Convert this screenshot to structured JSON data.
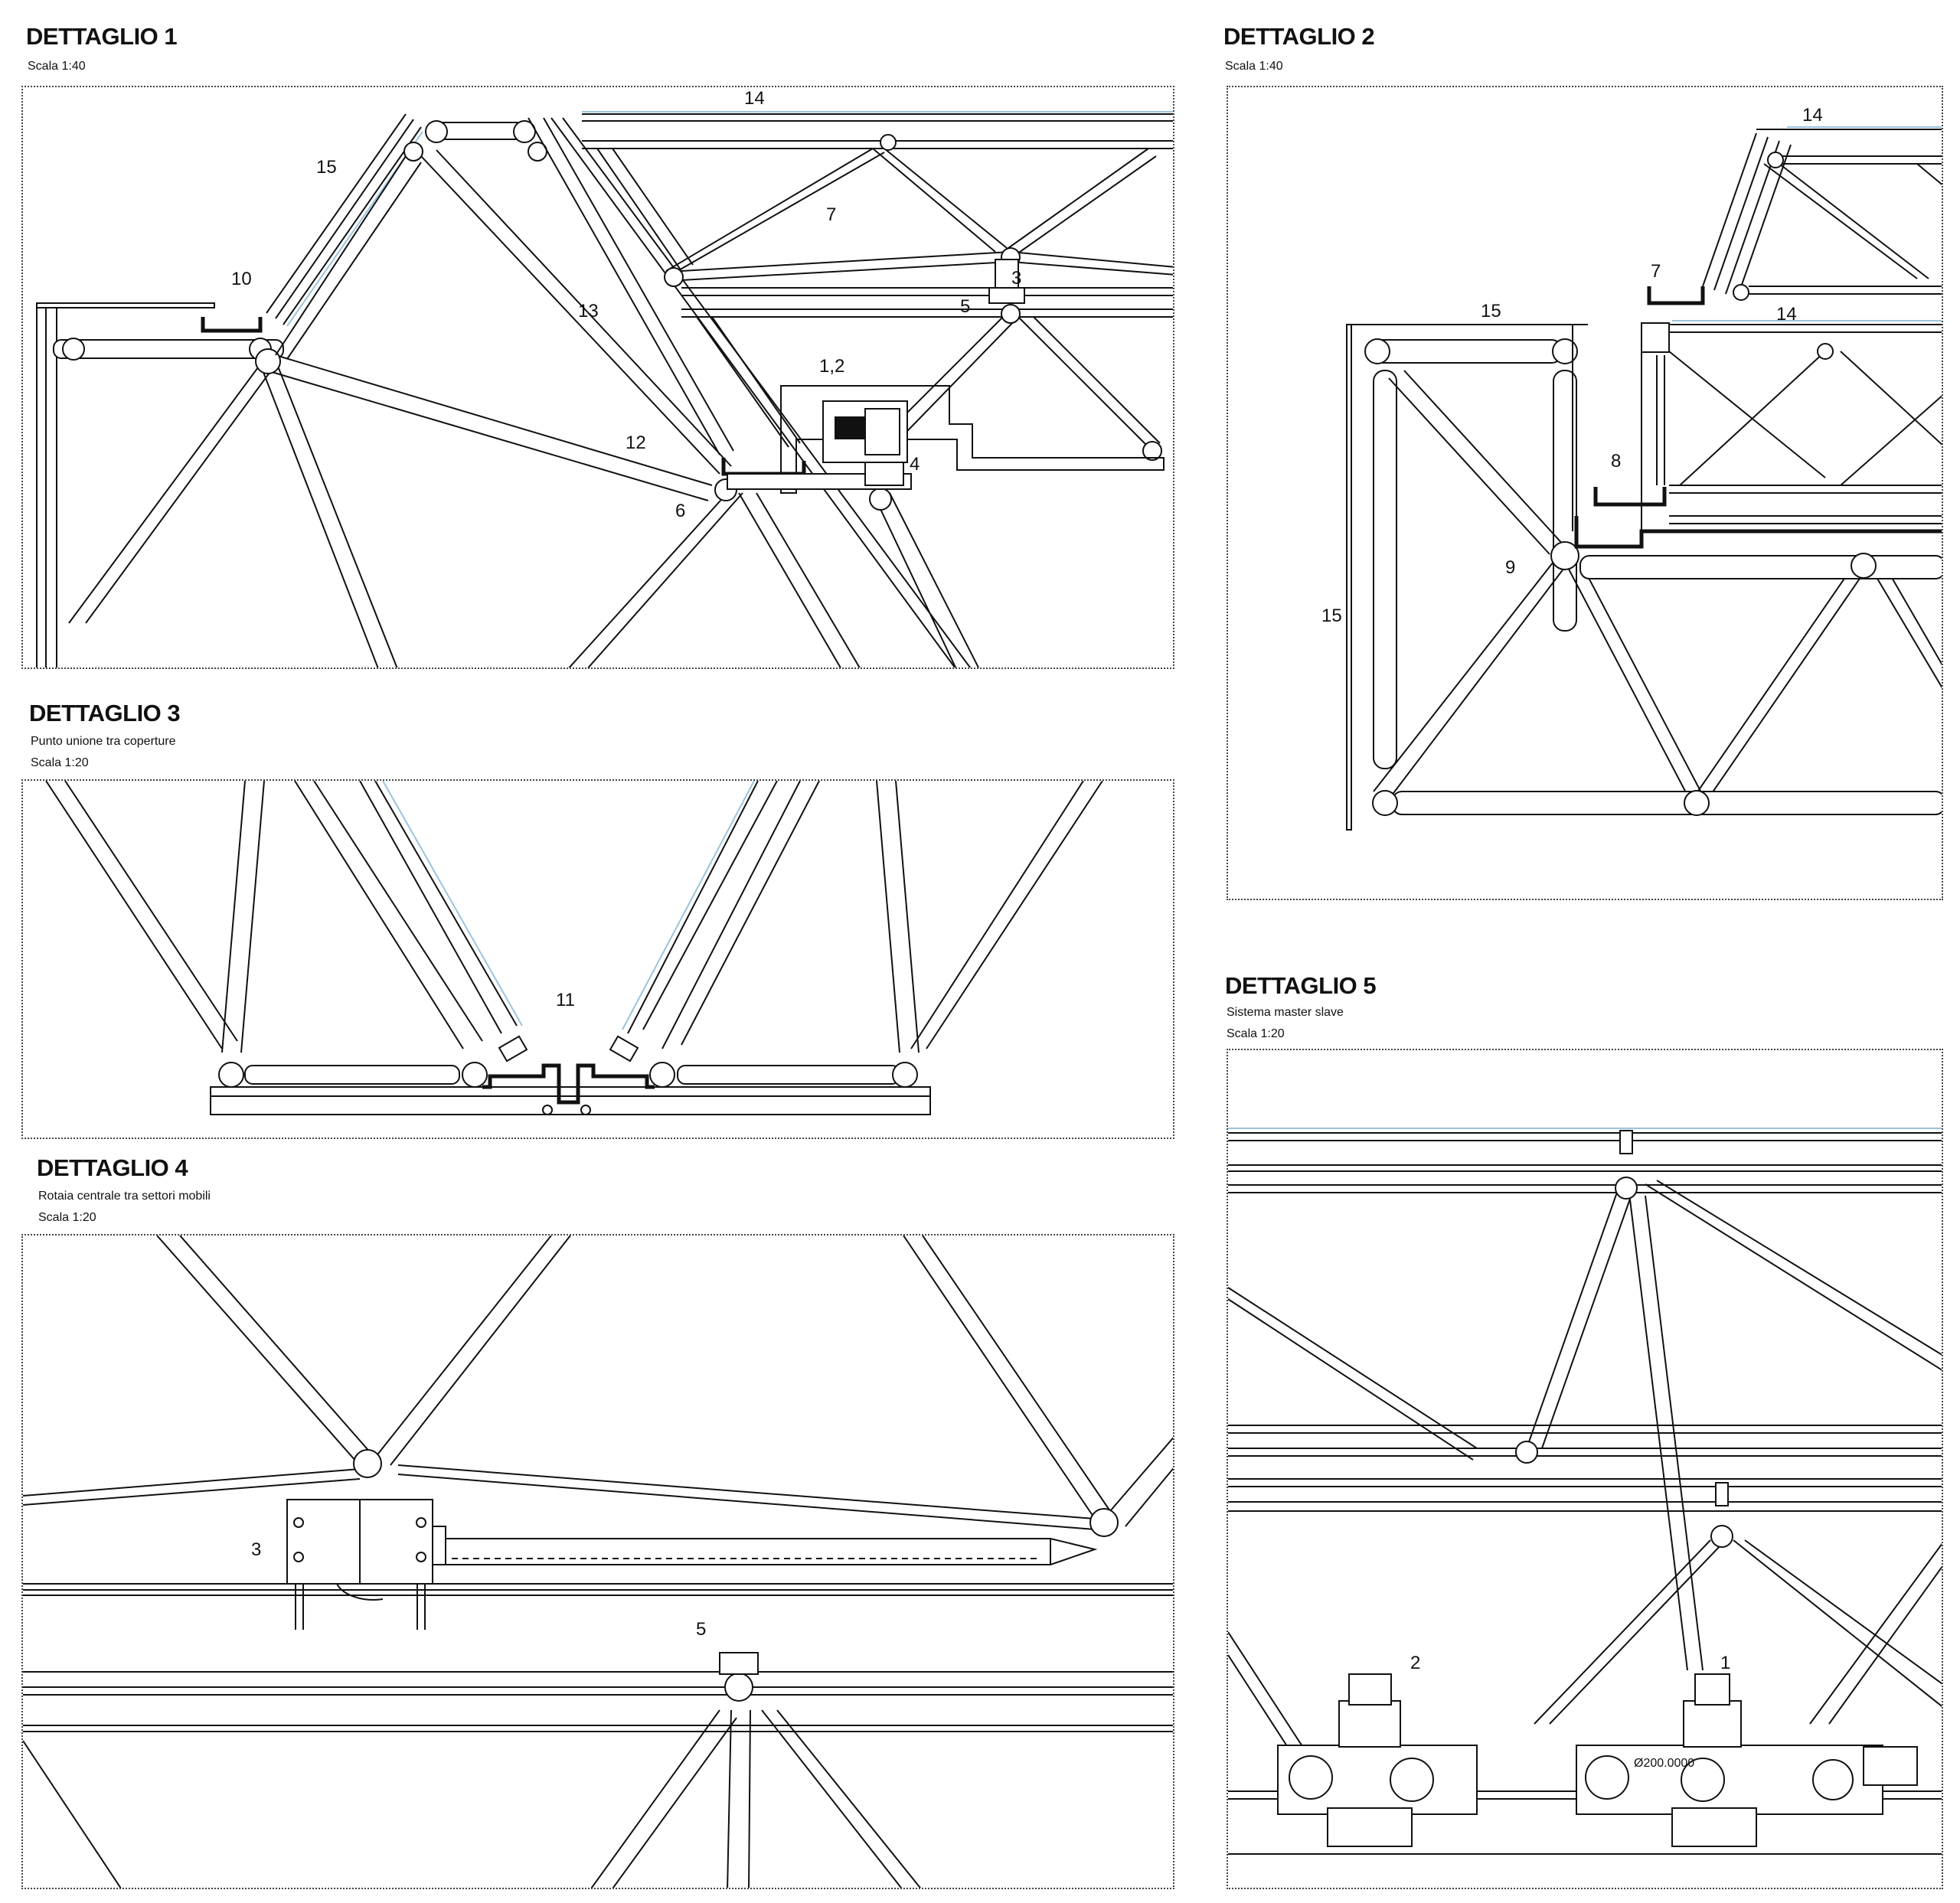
{
  "details": [
    {
      "title": "DETTAGLIO 1",
      "subtitle": "",
      "scale": "Scala 1:40",
      "labels": [
        "14",
        "15",
        "10",
        "7",
        "13",
        "3",
        "5",
        "1,2",
        "12",
        "4",
        "6"
      ]
    },
    {
      "title": "DETTAGLIO 2",
      "subtitle": "",
      "scale": "Scala 1:40",
      "labels": [
        "14",
        "7",
        "15",
        "14",
        "8",
        "9",
        "15"
      ]
    },
    {
      "title": "DETTAGLIO 3",
      "subtitle": "Punto unione tra coperture",
      "scale": "Scala 1:20",
      "labels": [
        "11"
      ]
    },
    {
      "title": "DETTAGLIO 4",
      "subtitle": "Rotaia centrale tra settori mobili",
      "scale": "Scala 1:20",
      "labels": [
        "3",
        "5"
      ]
    },
    {
      "title": "DETTAGLIO 5",
      "subtitle": "Sistema master slave",
      "scale": "Scala 1:20",
      "labels": [
        "2",
        "1"
      ],
      "dimension_text": "Ø200.0000"
    }
  ]
}
